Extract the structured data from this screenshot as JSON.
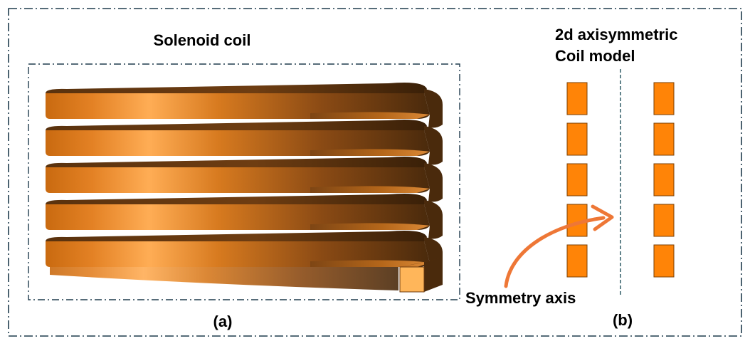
{
  "panel_a": {
    "title": "Solenoid coil",
    "caption": "(a)",
    "coil_dark": "#4a2a0c",
    "coil_mid": "#c96a10",
    "coil_light": "#ffad55",
    "end_cap_color": "#ffb65a"
  },
  "panel_b": {
    "title_line1": "2d axisymmetric",
    "title_line2": "Coil model",
    "caption": "(b)",
    "axis_label": "Symmetry axis",
    "rect_color": "#ff8407",
    "arrow_color": "#ee7736",
    "cross_section_count_per_side": 5
  },
  "frame_color": "#1f3b4d"
}
